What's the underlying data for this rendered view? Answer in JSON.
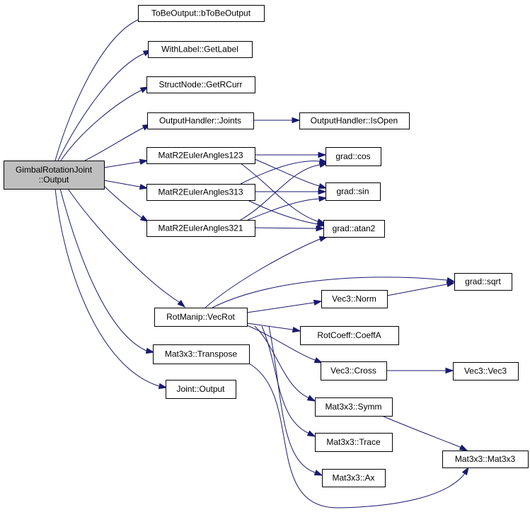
{
  "colors": {
    "edge": "#191970",
    "node_border": "#000000",
    "node_fill": "#ffffff",
    "root_fill": "#bfbfbf"
  },
  "graph": {
    "nodes": [
      {
        "id": "root",
        "lines": [
          "GimbalRotationJoint",
          "::Output"
        ],
        "root": true
      },
      {
        "id": "tobeoutput",
        "lines": [
          "ToBeOutput::bToBeOutput"
        ]
      },
      {
        "id": "withlabel",
        "lines": [
          "WithLabel::GetLabel"
        ]
      },
      {
        "id": "structnode",
        "lines": [
          "StructNode::GetRCurr"
        ]
      },
      {
        "id": "outputhandler-joints",
        "lines": [
          "OutputHandler::Joints"
        ]
      },
      {
        "id": "outputhandler-isopen",
        "lines": [
          "OutputHandler::IsOpen"
        ]
      },
      {
        "id": "matr2euler123",
        "lines": [
          "MatR2EulerAngles123"
        ]
      },
      {
        "id": "matr2euler313",
        "lines": [
          "MatR2EulerAngles313"
        ]
      },
      {
        "id": "matr2euler321",
        "lines": [
          "MatR2EulerAngles321"
        ]
      },
      {
        "id": "grad-cos",
        "lines": [
          "grad::cos"
        ]
      },
      {
        "id": "grad-sin",
        "lines": [
          "grad::sin"
        ]
      },
      {
        "id": "grad-atan2",
        "lines": [
          "grad::atan2"
        ]
      },
      {
        "id": "grad-sqrt",
        "lines": [
          "grad::sqrt"
        ]
      },
      {
        "id": "rotmanip-vecrot",
        "lines": [
          "RotManip::VecRot"
        ]
      },
      {
        "id": "vec3-norm",
        "lines": [
          "Vec3::Norm"
        ]
      },
      {
        "id": "rotcoeff-coeffa",
        "lines": [
          "RotCoeff::CoeffA"
        ]
      },
      {
        "id": "vec3-cross",
        "lines": [
          "Vec3::Cross"
        ]
      },
      {
        "id": "vec3-vec3",
        "lines": [
          "Vec3::Vec3"
        ]
      },
      {
        "id": "mat3x3-transpose",
        "lines": [
          "Mat3x3::Transpose"
        ]
      },
      {
        "id": "mat3x3-symm",
        "lines": [
          "Mat3x3::Symm"
        ]
      },
      {
        "id": "mat3x3-trace",
        "lines": [
          "Mat3x3::Trace"
        ]
      },
      {
        "id": "mat3x3-ax",
        "lines": [
          "Mat3x3::Ax"
        ]
      },
      {
        "id": "mat3x3-mat3x3",
        "lines": [
          "Mat3x3::Mat3x3"
        ]
      },
      {
        "id": "joint-output",
        "lines": [
          "Joint::Output"
        ]
      }
    ],
    "edges": [
      {
        "from": "root",
        "to": "tobeoutput"
      },
      {
        "from": "root",
        "to": "withlabel"
      },
      {
        "from": "root",
        "to": "structnode"
      },
      {
        "from": "root",
        "to": "outputhandler-joints"
      },
      {
        "from": "root",
        "to": "matr2euler123"
      },
      {
        "from": "root",
        "to": "matr2euler313"
      },
      {
        "from": "root",
        "to": "matr2euler321"
      },
      {
        "from": "root",
        "to": "rotmanip-vecrot"
      },
      {
        "from": "root",
        "to": "mat3x3-transpose"
      },
      {
        "from": "root",
        "to": "joint-output"
      },
      {
        "from": "outputhandler-joints",
        "to": "outputhandler-isopen"
      },
      {
        "from": "matr2euler123",
        "to": "grad-cos"
      },
      {
        "from": "matr2euler123",
        "to": "grad-sin"
      },
      {
        "from": "matr2euler123",
        "to": "grad-atan2"
      },
      {
        "from": "matr2euler313",
        "to": "grad-cos"
      },
      {
        "from": "matr2euler313",
        "to": "grad-sin"
      },
      {
        "from": "matr2euler313",
        "to": "grad-atan2"
      },
      {
        "from": "matr2euler321",
        "to": "grad-cos"
      },
      {
        "from": "matr2euler321",
        "to": "grad-sin"
      },
      {
        "from": "matr2euler321",
        "to": "grad-atan2"
      },
      {
        "from": "rotmanip-vecrot",
        "to": "grad-atan2"
      },
      {
        "from": "rotmanip-vecrot",
        "to": "grad-sqrt"
      },
      {
        "from": "rotmanip-vecrot",
        "to": "vec3-norm"
      },
      {
        "from": "rotmanip-vecrot",
        "to": "rotcoeff-coeffa"
      },
      {
        "from": "rotmanip-vecrot",
        "to": "vec3-cross"
      },
      {
        "from": "rotmanip-vecrot",
        "to": "mat3x3-symm"
      },
      {
        "from": "rotmanip-vecrot",
        "to": "mat3x3-trace"
      },
      {
        "from": "rotmanip-vecrot",
        "to": "mat3x3-ax"
      },
      {
        "from": "vec3-norm",
        "to": "grad-sqrt"
      },
      {
        "from": "vec3-cross",
        "to": "vec3-vec3"
      },
      {
        "from": "mat3x3-symm",
        "to": "mat3x3-mat3x3"
      },
      {
        "from": "mat3x3-transpose",
        "to": "mat3x3-mat3x3"
      }
    ]
  }
}
